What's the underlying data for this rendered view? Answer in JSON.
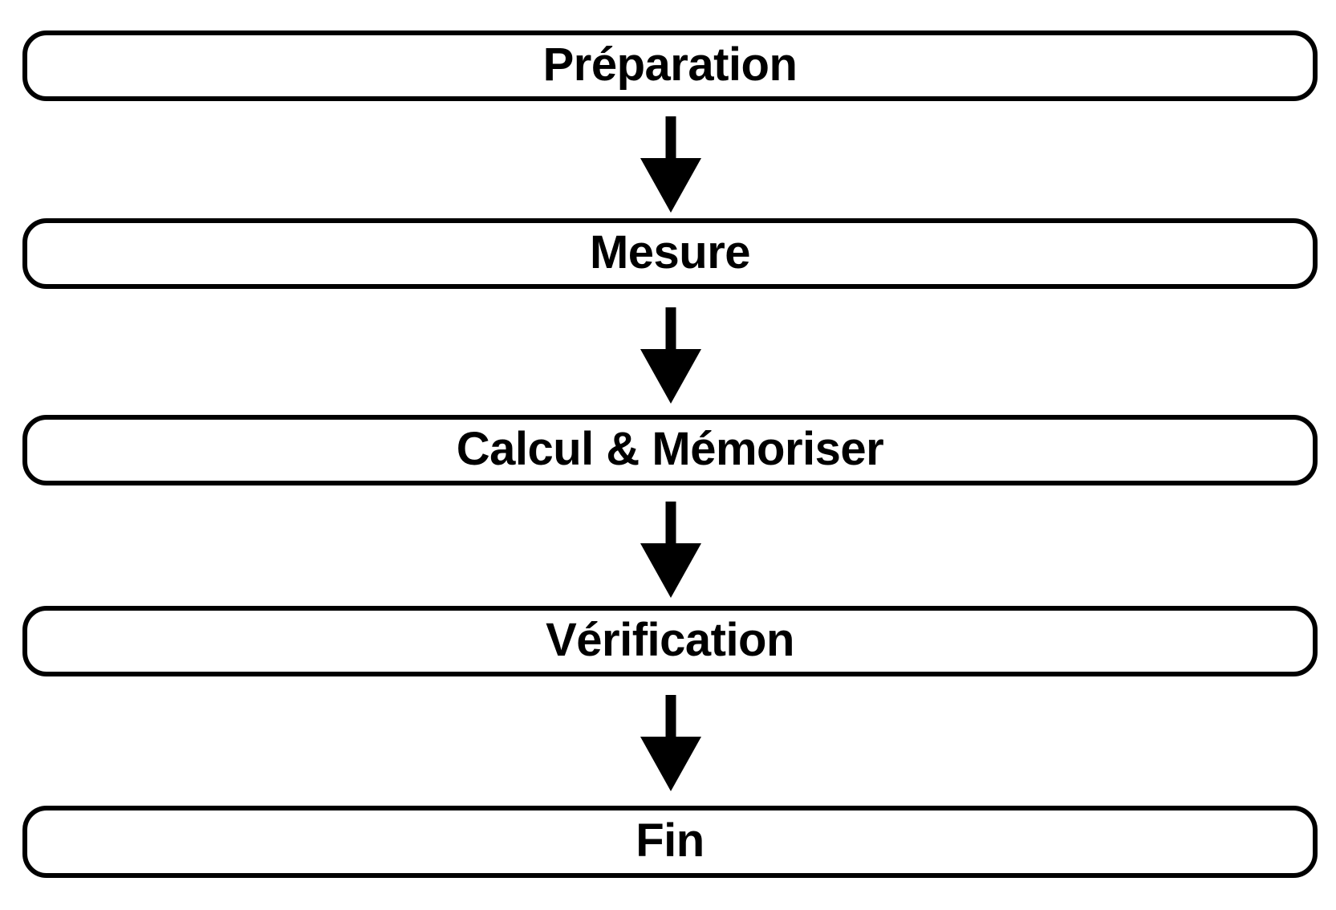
{
  "diagram": {
    "type": "flowchart",
    "orientation": "vertical",
    "title": "",
    "language": "fr",
    "colors": {
      "background": "#ffffff",
      "node_fill": "#ffffff",
      "node_border": "#000000",
      "text": "#000000",
      "arrow": "#000000"
    },
    "nodes": [
      {
        "id": "preparation",
        "label": "Préparation",
        "shape": "rounded-rectangle"
      },
      {
        "id": "mesure",
        "label": "Mesure",
        "shape": "rounded-rectangle"
      },
      {
        "id": "calcul-memoriser",
        "label": "Calcul & Mémoriser",
        "shape": "rounded-rectangle"
      },
      {
        "id": "verification",
        "label": "Vérification",
        "shape": "rounded-rectangle"
      },
      {
        "id": "fin",
        "label": "Fin",
        "shape": "rounded-rectangle"
      }
    ],
    "edges": [
      {
        "id": "edge-1",
        "from": "preparation",
        "to": "mesure",
        "label": "",
        "style": "solid-arrow-down"
      },
      {
        "id": "edge-2",
        "from": "mesure",
        "to": "calcul-memoriser",
        "label": "",
        "style": "solid-arrow-down"
      },
      {
        "id": "edge-3",
        "from": "calcul-memoriser",
        "to": "verification",
        "label": "",
        "style": "solid-arrow-down"
      },
      {
        "id": "edge-4",
        "from": "verification",
        "to": "fin",
        "label": "",
        "style": "solid-arrow-down"
      }
    ]
  }
}
